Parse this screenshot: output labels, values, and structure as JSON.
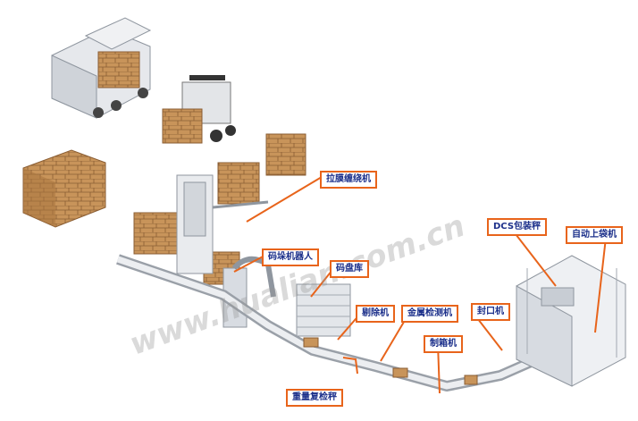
{
  "labels": {
    "wrapping_machine": "拉膜缠绕机",
    "palletizing_robot": "码垛机器人",
    "pallet_dispenser": "码盘库",
    "reject_machine": "剔除机",
    "metal_detector": "金属检测机",
    "sealing_machine": "封口机",
    "box_former": "制箱机",
    "weight_checker": "重量复检秤",
    "dcs_scale": "DCS包装秤",
    "auto_bag_loader": "自动上袋机"
  },
  "watermark": "www.hualian.com.cn",
  "colors": {
    "callout_border": "#e8641b",
    "callout_text": "#1b2f8a",
    "pointer": "#e8641b",
    "box": "#c8945a",
    "box_dark": "#9c6b3a",
    "machine": "#d8dce2",
    "machine_dark": "#8f969f"
  }
}
